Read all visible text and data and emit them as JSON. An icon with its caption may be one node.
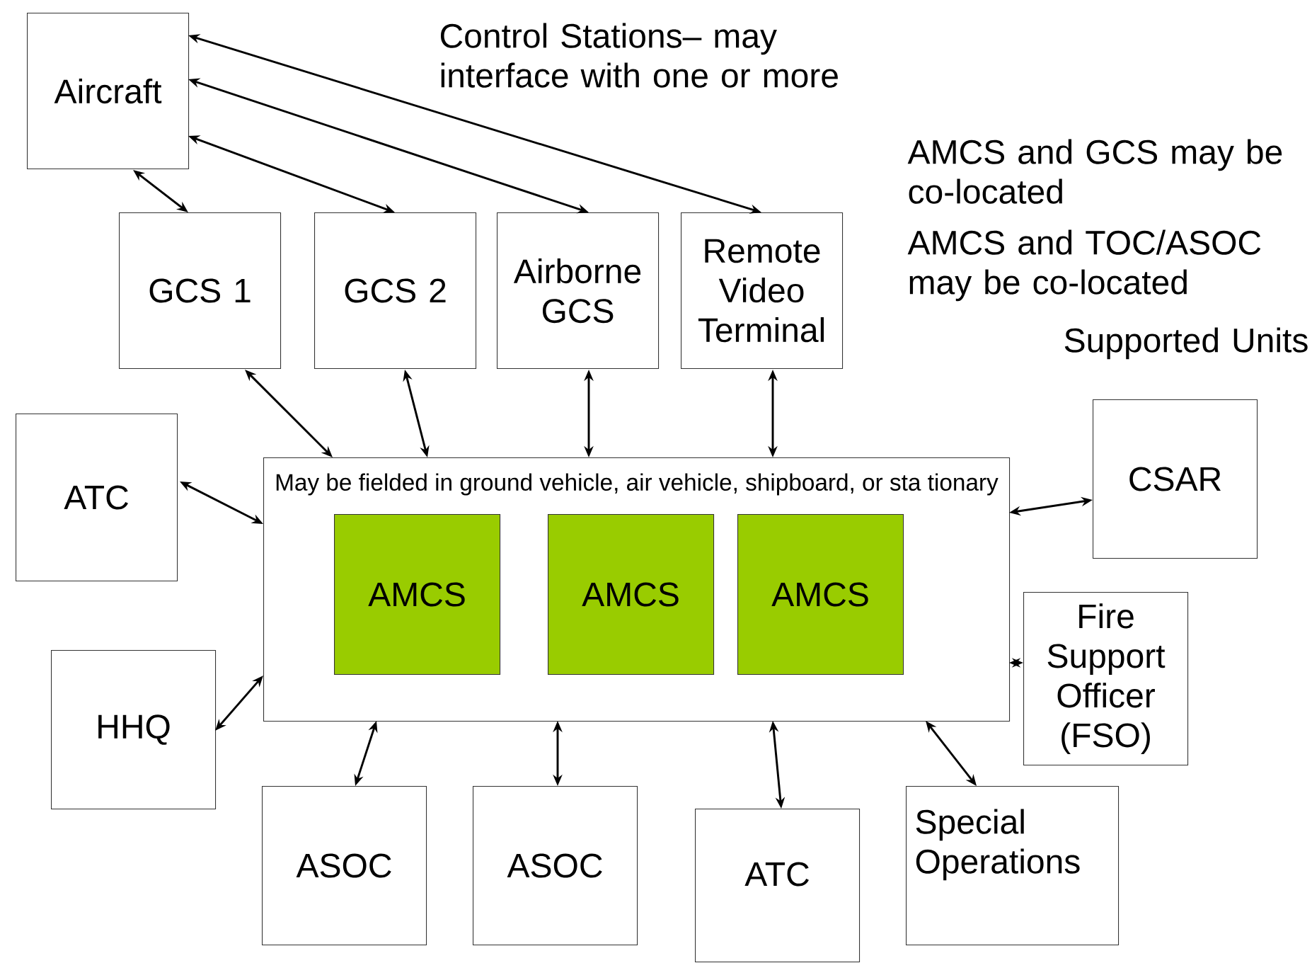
{
  "diagram": {
    "nodes": [
      {
        "text": [
          "Aircraft"
        ]
      },
      {
        "text": [
          "GCS 1"
        ]
      },
      {
        "text": [
          "GCS 2"
        ]
      },
      {
        "text": [
          "Airborne GCS"
        ]
      },
      {
        "text": [
          "Remote Video Terminal"
        ]
      },
      {
        "text": [
          "ATC"
        ]
      },
      {
        "text": [
          "May be fielded in ground vehicle, air vehicle, shipboard, or sta tionary"
        ]
      },
      {
        "text": [
          "AMCS"
        ],
        "in": 6
      },
      {
        "text": [
          "AMCS"
        ],
        "in": 6
      },
      {
        "text": [
          "AMCS"
        ],
        "in": 6
      },
      {
        "text": [
          "CSAR"
        ]
      },
      {
        "text": [
          "Fire Support Officer (FSO)"
        ]
      },
      {
        "text": [
          "HHQ"
        ]
      },
      {
        "text": [
          "ASOC"
        ]
      },
      {
        "text": [
          "ASOC"
        ]
      },
      {
        "text": [
          "ATC"
        ]
      },
      {
        "text": [
          "Special Operations"
        ]
      }
    ],
    "edges": [
      {
        "from": 0,
        "to": 1,
        "arrow": "both"
      },
      {
        "from": 0,
        "to": 2,
        "arrow": "both"
      },
      {
        "from": 0,
        "to": 3,
        "arrow": "both"
      },
      {
        "from": 0,
        "to": 4,
        "arrow": "both"
      },
      {
        "from": 1,
        "to": 6,
        "arrow": "both"
      },
      {
        "from": 2,
        "to": 6,
        "arrow": "both"
      },
      {
        "from": 3,
        "to": 6,
        "arrow": "both"
      },
      {
        "from": 4,
        "to": 6,
        "arrow": "both"
      },
      {
        "from": 5,
        "to": 6,
        "arrow": "both"
      },
      {
        "from": 12,
        "to": 6,
        "arrow": "both"
      },
      {
        "from": 6,
        "to": 10,
        "arrow": "both"
      },
      {
        "from": 6,
        "to": 11,
        "arrow": "both"
      },
      {
        "from": 6,
        "to": 13,
        "arrow": "both"
      },
      {
        "from": 6,
        "to": 14,
        "arrow": "both"
      },
      {
        "from": 6,
        "to": 15,
        "arrow": "both"
      },
      {
        "from": 6,
        "to": 16,
        "arrow": "both"
      }
    ],
    "labels": [
      "Control Stations– may interface with one or more",
      "AMCS and GCS may be co-located",
      "AMCS and TOC/ASOC may be co-located",
      "Supported Units"
    ]
  }
}
